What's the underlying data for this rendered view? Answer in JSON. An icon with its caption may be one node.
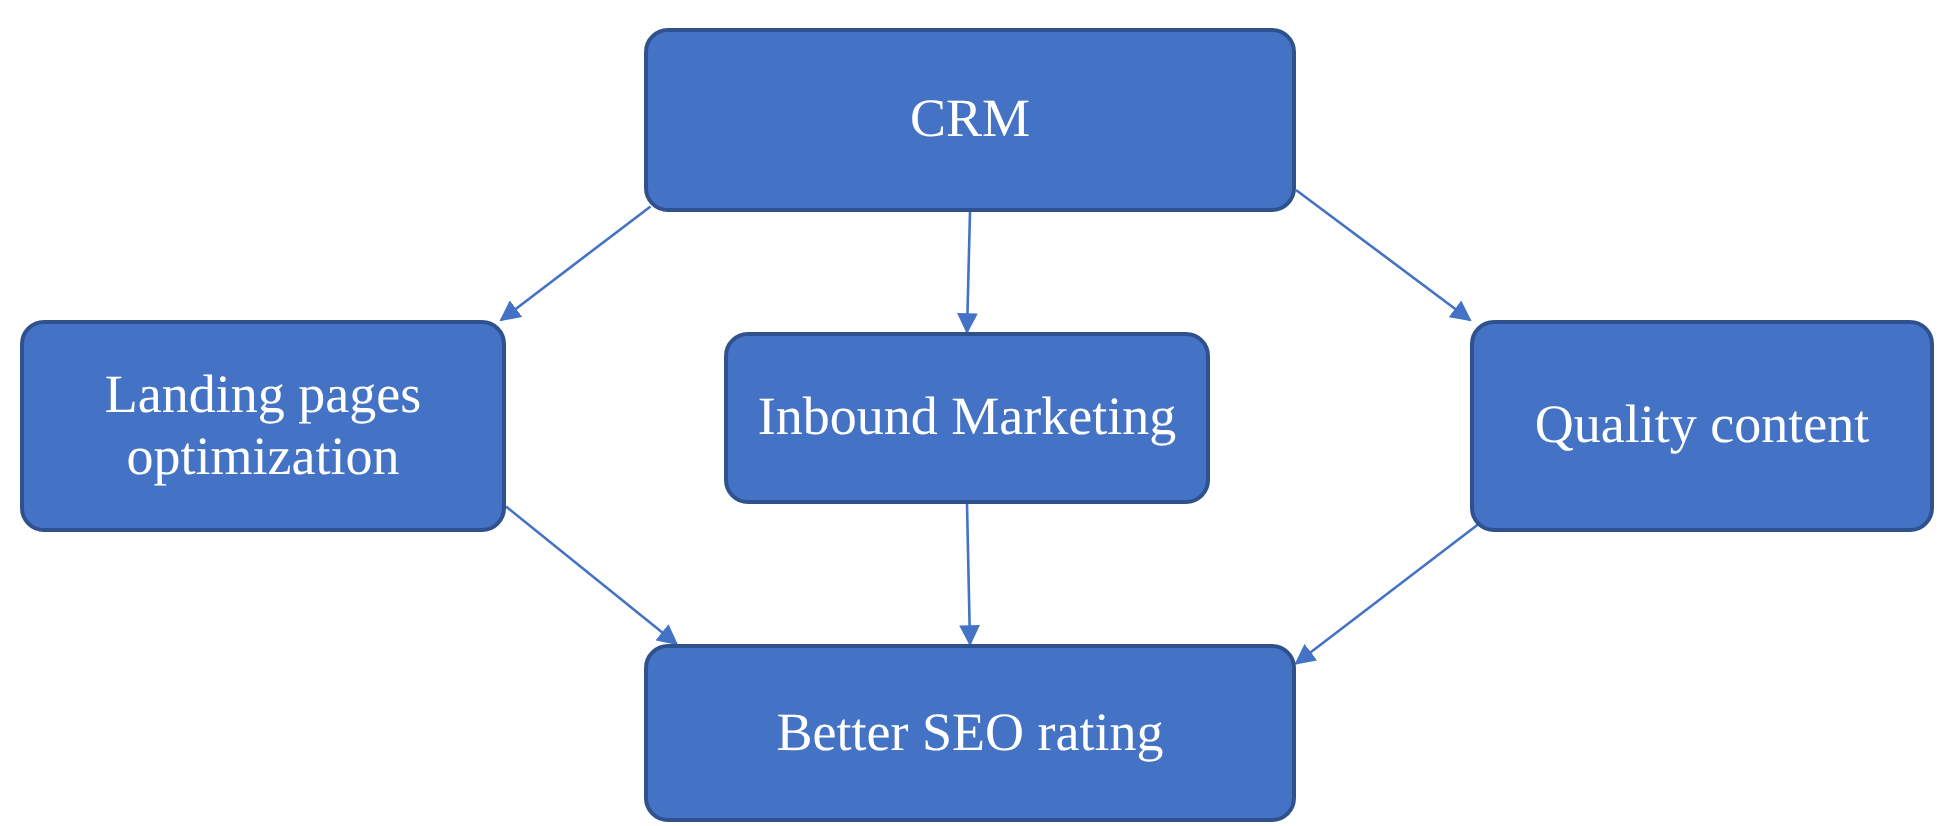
{
  "diagram": {
    "nodes": [
      {
        "text": [
          "CRM"
        ]
      },
      {
        "text": [
          "Landing pages optimization"
        ]
      },
      {
        "text": [
          "Inbound Marketing"
        ]
      },
      {
        "text": [
          "Quality content"
        ]
      },
      {
        "text": [
          "Better SEO rating"
        ]
      }
    ],
    "edges": [
      {
        "from": 0,
        "to": 1,
        "arrow": "to"
      },
      {
        "from": 0,
        "to": 2,
        "arrow": "to"
      },
      {
        "from": 0,
        "to": 3,
        "arrow": "to"
      },
      {
        "from": 1,
        "to": 4,
        "arrow": "to"
      },
      {
        "from": 2,
        "to": 4,
        "arrow": "to"
      },
      {
        "from": 3,
        "to": 4,
        "arrow": "to"
      }
    ]
  }
}
